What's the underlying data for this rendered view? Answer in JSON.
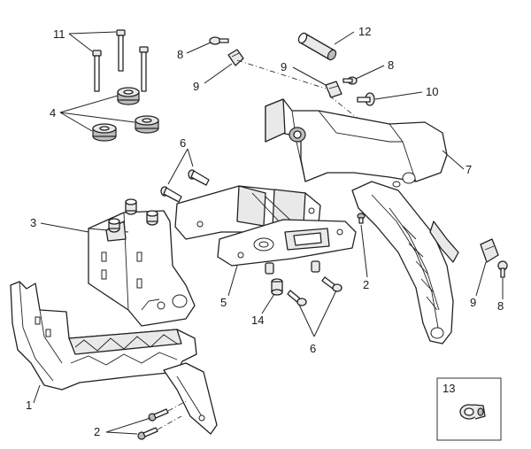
{
  "diagram": {
    "callouts": [
      {
        "id": "c1",
        "text": "1"
      },
      {
        "id": "c2a",
        "text": "2"
      },
      {
        "id": "c2b",
        "text": "2"
      },
      {
        "id": "c3",
        "text": "3"
      },
      {
        "id": "c4",
        "text": "4"
      },
      {
        "id": "c5",
        "text": "5"
      },
      {
        "id": "c6a",
        "text": "6"
      },
      {
        "id": "c6b",
        "text": "6"
      },
      {
        "id": "c7",
        "text": "7"
      },
      {
        "id": "c8a",
        "text": "8"
      },
      {
        "id": "c8b",
        "text": "8"
      },
      {
        "id": "c8c",
        "text": "8"
      },
      {
        "id": "c9a",
        "text": "9"
      },
      {
        "id": "c9b",
        "text": "9"
      },
      {
        "id": "c9c",
        "text": "9"
      },
      {
        "id": "c10",
        "text": "10"
      },
      {
        "id": "c11",
        "text": "11"
      },
      {
        "id": "c12",
        "text": "12"
      },
      {
        "id": "c13",
        "text": "13"
      },
      {
        "id": "c14",
        "text": "14"
      }
    ]
  }
}
